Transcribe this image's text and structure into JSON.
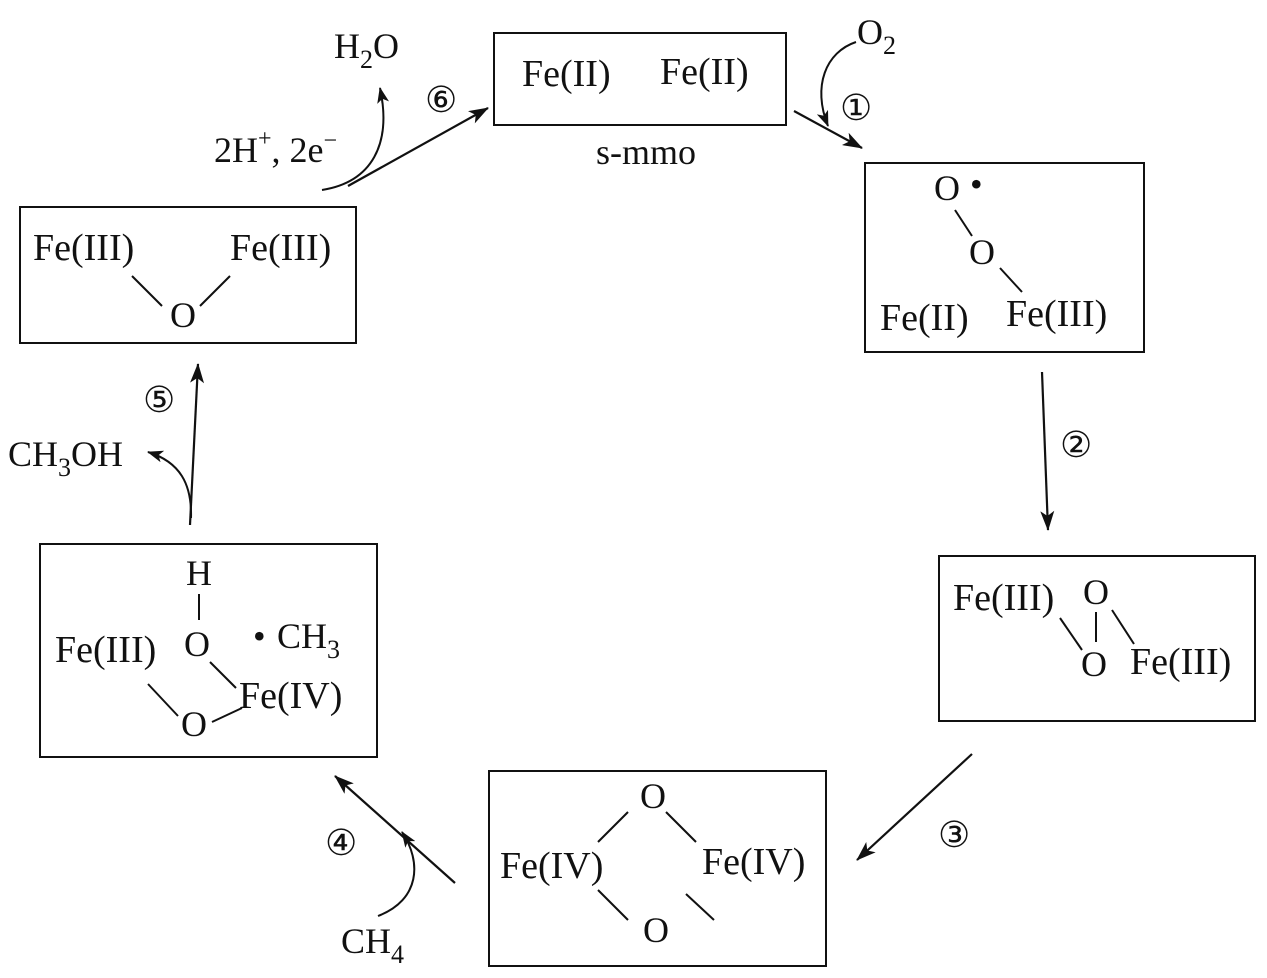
{
  "boxes": {
    "smmo": {
      "fe_left": "Fe(II)",
      "fe_right": "Fe(II)",
      "caption": "s-mmo"
    },
    "b1": {
      "o_top": "O",
      "radical": "•",
      "o_mid": "O",
      "fe_left": "Fe(II)",
      "fe_right": "Fe(III)"
    },
    "b2": {
      "fe_left": "Fe(III)",
      "o_top": "O",
      "o_bottom": "O",
      "fe_right": "Fe(III)"
    },
    "b3": {
      "o_top": "O",
      "fe_left": "Fe(IV)",
      "fe_right": "Fe(IV)",
      "o_bottom": "O"
    },
    "b4": {
      "h": "H",
      "fe_left": "Fe(III)",
      "o_top": "O",
      "radical": "•",
      "ch3": "CH",
      "ch3_sub": "3",
      "fe_right": "Fe(IV)",
      "o_bottom": "O"
    },
    "b5": {
      "fe_left": "Fe(III)",
      "fe_right": "Fe(III)",
      "o": "O"
    }
  },
  "species": {
    "o2": {
      "main": "O",
      "sub": "2"
    },
    "h2o": {
      "h": "H",
      "sub": "2",
      "o": "O"
    },
    "h_e": {
      "pre": "2H",
      "sup": "+",
      "post": ", 2e",
      "sup2": "−"
    },
    "ch3oh": {
      "pre": "CH",
      "sub": "3",
      "post": "OH"
    },
    "ch4": {
      "main": "CH",
      "sub": "4"
    }
  },
  "steps": [
    "①",
    "②",
    "③",
    "④",
    "⑤",
    "⑥"
  ],
  "colors": {
    "ink": "#111111",
    "background": "#ffffff"
  }
}
